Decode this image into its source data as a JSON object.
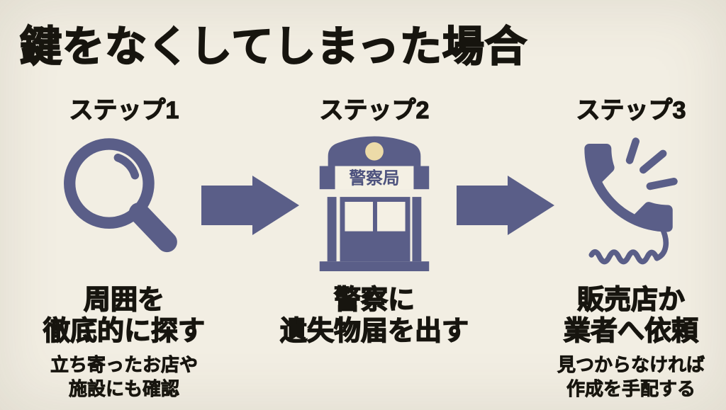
{
  "title": "鍵をなくしてしまった場合",
  "colors": {
    "background": "#f0ebe1",
    "ink": "#17150f",
    "accent": "#5a5e88",
    "sign_gold": "#ecdba8",
    "cutout": "#f4f0e4"
  },
  "steps": [
    {
      "label": "ステップ1",
      "icon": "magnifier-icon",
      "caption": "周囲を\n徹底的に探す",
      "subcaption": "立ち寄ったお店や\n施設にも確認"
    },
    {
      "label": "ステップ2",
      "icon": "police-station-icon",
      "sign_text": "警察局",
      "caption": "警察に\n遺失物届を出す",
      "subcaption": ""
    },
    {
      "label": "ステップ3",
      "icon": "phone-icon",
      "caption": "販売店か\n業者へ依頼",
      "subcaption": "見つからなければ\n作成を手配する"
    }
  ]
}
